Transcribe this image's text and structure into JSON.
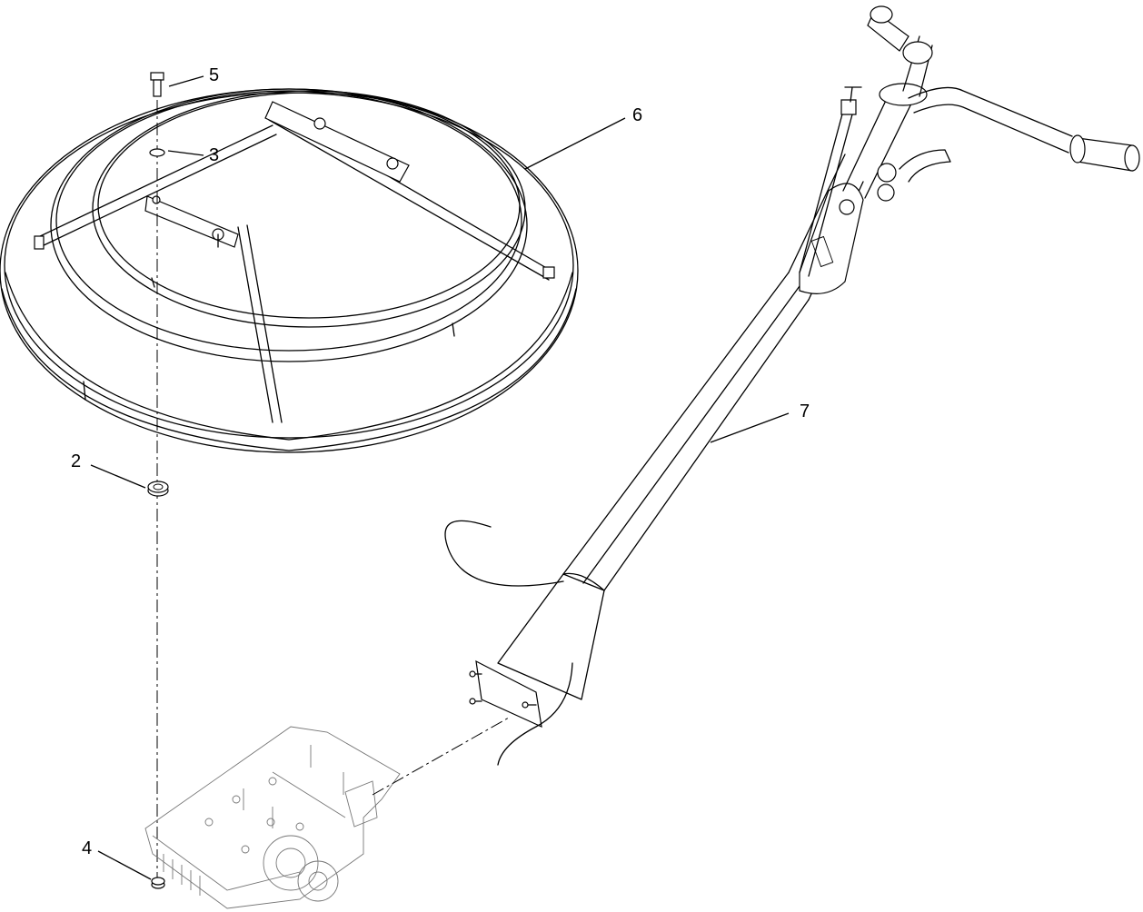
{
  "diagram": {
    "callouts": [
      {
        "id": "2",
        "label": "2"
      },
      {
        "id": "3",
        "label": "3"
      },
      {
        "id": "4",
        "label": "4"
      },
      {
        "id": "5",
        "label": "5"
      },
      {
        "id": "6",
        "label": "6"
      },
      {
        "id": "7",
        "label": "7"
      }
    ]
  }
}
